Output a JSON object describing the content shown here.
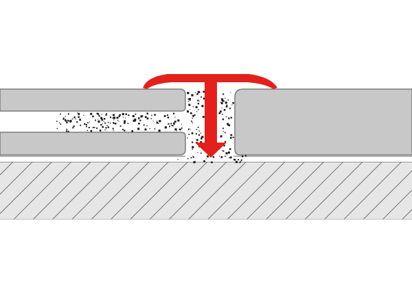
{
  "diagram": {
    "colors": {
      "background": "#ffffff",
      "tile": "#c8c8c8",
      "tile_stroke": "#7a7a7a",
      "substrate": "#e6e6e6",
      "hatch": "#3c3c3c",
      "adhesive_dot": "#1a1a1a",
      "profile": "#e2211c",
      "profile_shadow": "#b01410"
    },
    "components": [
      {
        "id": "upper-left-tile",
        "kind": "tile"
      },
      {
        "id": "lower-left-tile",
        "kind": "tile"
      },
      {
        "id": "right-tile",
        "kind": "tile"
      },
      {
        "id": "substrate",
        "kind": "hatched-base"
      },
      {
        "id": "adhesive-bed",
        "kind": "speckle"
      },
      {
        "id": "t-profile",
        "kind": "profile"
      }
    ]
  }
}
